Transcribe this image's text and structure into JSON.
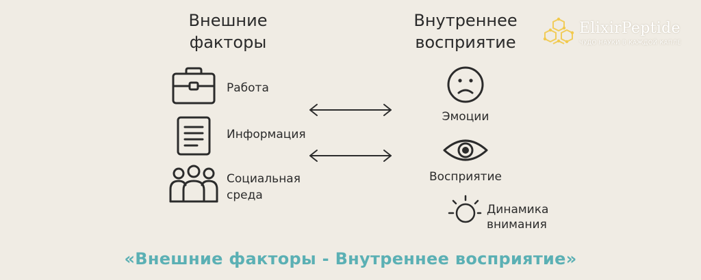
{
  "left_heading": "Внешние\nфакторы",
  "right_heading": "Внутреннее\nвосприятие",
  "external_factors": [
    {
      "label": "Работа",
      "icon": "briefcase-icon"
    },
    {
      "label": "Информация",
      "icon": "document-icon"
    },
    {
      "label": "Социальная\nсреда",
      "icon": "people-group-icon"
    }
  ],
  "internal_perception": [
    {
      "label": "Эмоции",
      "icon": "sad-face-icon"
    },
    {
      "label": "Восприятие",
      "icon": "eye-icon"
    },
    {
      "label": "Динамика\nвнимания",
      "icon": "sun-icon"
    }
  ],
  "logo": {
    "name": "ElixirPeptide",
    "tagline": "ЧУДО НАУКИ В КАЖДОЙ КАПЛЕ"
  },
  "caption": "«Внешние факторы - Внутреннее восприятие»",
  "colors": {
    "background": "#f0ece4",
    "caption": "#5bb0b4",
    "ink": "#2b2b2b",
    "logo_accent": "#f2c94c"
  }
}
